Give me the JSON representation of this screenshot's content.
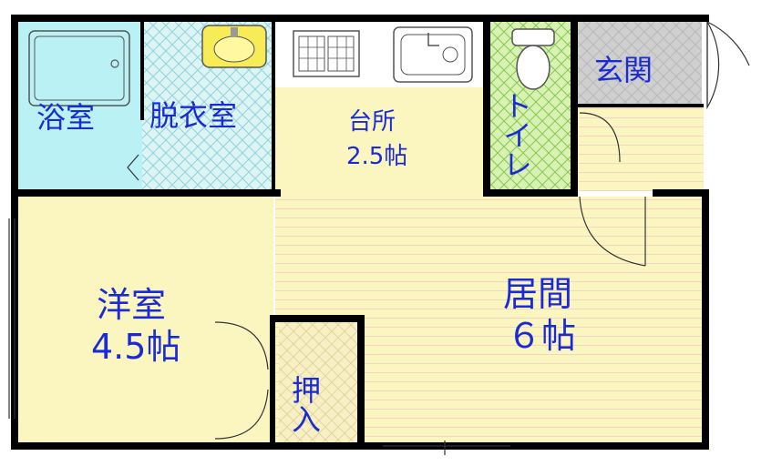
{
  "rooms": {
    "bath": "浴室",
    "dressing": "脱衣室",
    "kitchen": "台所",
    "kitchen_size": "2.5帖",
    "toilet": "トイレ",
    "entrance": "玄関",
    "western_room": "洋室",
    "western_room_size": "4.5帖",
    "closet": "押入",
    "living": "居間",
    "living_size": "６帖"
  },
  "colors": {
    "wall": "#000000",
    "bath": "#b9f1f5",
    "dressing": "#d8f3f2",
    "lattice": "#8fd4dc",
    "floor": "#fbf6c0",
    "floor_line": "#f0c8b8",
    "toilet": "#d7f2b2",
    "toilet_lattice": "#88c850",
    "entrance": "#cdcdcd",
    "label": "#1a2bd6"
  }
}
